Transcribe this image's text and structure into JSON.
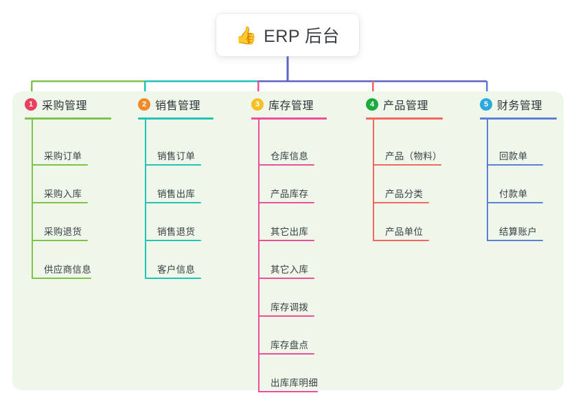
{
  "root": {
    "icon": "thumbs-up-icon",
    "icon_glyph": "👍",
    "title": "ERP 后台"
  },
  "palette": {
    "panel_bg": "#eef7e9",
    "card_bg": "#ffffff",
    "text": "#3b4046",
    "trunk": "#5b62c4"
  },
  "columns": [
    {
      "index": "1",
      "title": "采购管理",
      "badge_color": "#ec3f5e",
      "line_color": "#7ec24a",
      "items": [
        {
          "label": "采购订单"
        },
        {
          "label": "采购入库"
        },
        {
          "label": "采购退货"
        },
        {
          "label": "供应商信息"
        }
      ]
    },
    {
      "index": "2",
      "title": "销售管理",
      "badge_color": "#f08b2c",
      "line_color": "#22c3b4",
      "items": [
        {
          "label": "销售订单"
        },
        {
          "label": "销售出库"
        },
        {
          "label": "销售退货"
        },
        {
          "label": "客户信息"
        }
      ]
    },
    {
      "index": "3",
      "title": "库存管理",
      "badge_color": "#f5c024",
      "line_color": "#ef4d9c",
      "items": [
        {
          "label": "仓库信息"
        },
        {
          "label": "产品库存"
        },
        {
          "label": "其它出库"
        },
        {
          "label": "其它入库"
        },
        {
          "label": "库存调拨"
        },
        {
          "label": "库存盘点"
        },
        {
          "label": "出库库明细"
        }
      ]
    },
    {
      "index": "4",
      "title": "产品管理",
      "badge_color": "#1aab3c",
      "line_color": "#f4655f",
      "items": [
        {
          "label": "产品（物料）"
        },
        {
          "label": "产品分类"
        },
        {
          "label": "产品单位"
        }
      ]
    },
    {
      "index": "5",
      "title": "财务管理",
      "badge_color": "#29a9e0",
      "line_color": "#5b7ed6",
      "items": [
        {
          "label": "回款单"
        },
        {
          "label": "付款单"
        },
        {
          "label": "结算账户"
        }
      ]
    }
  ]
}
